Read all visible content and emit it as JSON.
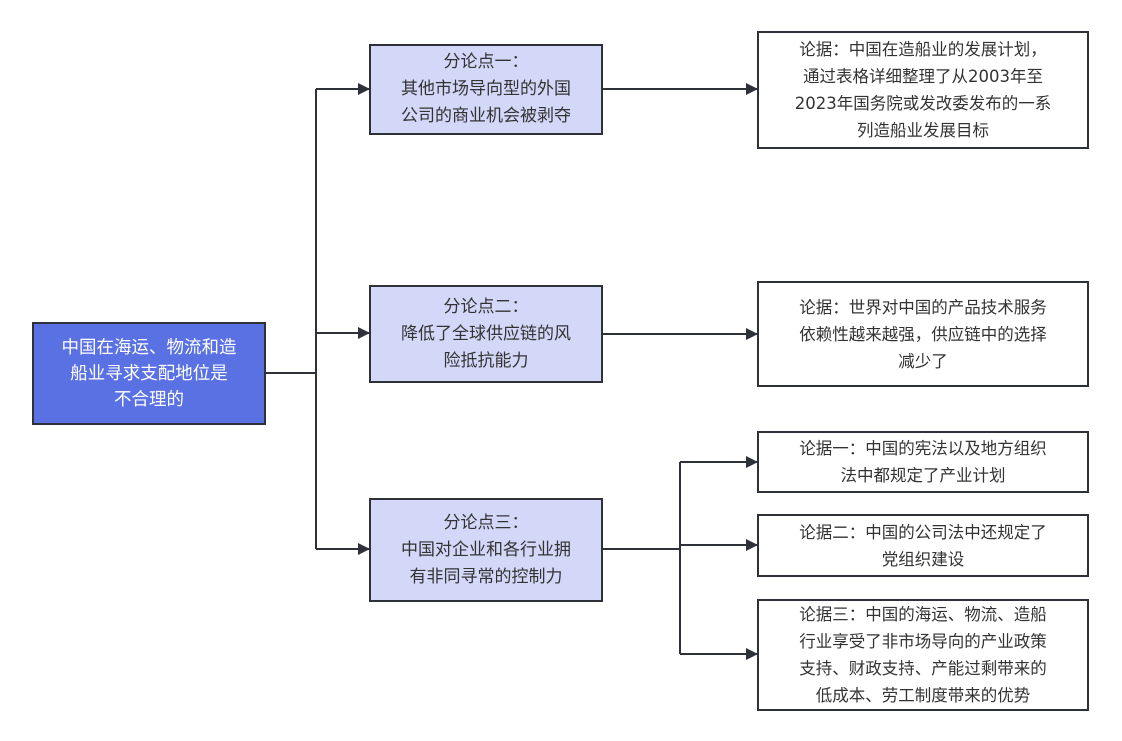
{
  "diagram": {
    "type": "tree",
    "root": {
      "id": "root",
      "text": "中国在海运、物流和造\n船业寻求支配地位是\n不合理的",
      "fill": "#5a71e4"
    },
    "subpoints": [
      {
        "id": "sub1",
        "text": "分论点一：\n其他市场导向型的外国\n公司的商业机会被剥夺",
        "fill": "#d3d7f8",
        "evidence": [
          {
            "id": "ev1",
            "text": "论据：中国在造船业的发展计划，\n通过表格详细整理了从2003年至\n2023年国务院或发改委发布的一系\n列造船业发展目标"
          }
        ]
      },
      {
        "id": "sub2",
        "text": "分论点二：\n降低了全球供应链的风\n险抵抗能力",
        "fill": "#d3d7f8",
        "evidence": [
          {
            "id": "ev2",
            "text": "论据：世界对中国的产品技术服务\n依赖性越来越强，供应链中的选择\n减少了"
          }
        ]
      },
      {
        "id": "sub3",
        "text": "分论点三：\n中国对企业和各行业拥\n有非同寻常的控制力",
        "fill": "#d3d7f8",
        "evidence": [
          {
            "id": "ev3a",
            "text": "论据一：中国的宪法以及地方组织\n法中都规定了产业计划"
          },
          {
            "id": "ev3b",
            "text": "论据二：中国的公司法中还规定了\n党组织建设"
          },
          {
            "id": "ev3c",
            "text": "论据三：中国的海运、物流、造船\n行业享受了非市场导向的产业政策\n支持、财政支持、产能过剩带来的\n低成本、劳工制度带来的优势"
          }
        ]
      }
    ],
    "colors": {
      "line": "#2e3238",
      "leaf_fill": "#ffffff",
      "text_dark": "#333333",
      "text_light": "#ffffff"
    }
  }
}
